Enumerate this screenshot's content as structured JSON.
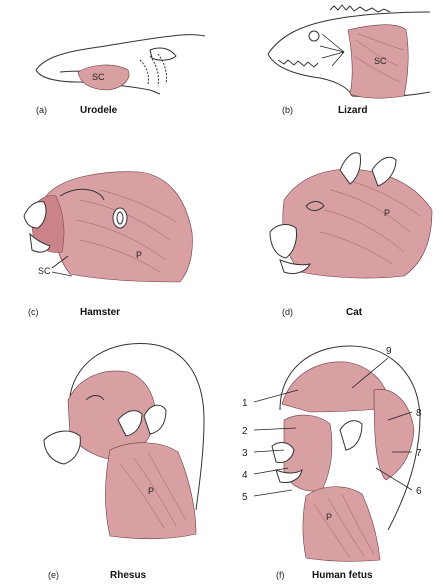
{
  "panels": [
    {
      "letter": "(a)",
      "name": "Urodele"
    },
    {
      "letter": "(b)",
      "name": "Lizard"
    },
    {
      "letter": "(c)",
      "name": "Hamster"
    },
    {
      "letter": "(d)",
      "name": "Cat"
    },
    {
      "letter": "(e)",
      "name": "Rhesus"
    },
    {
      "letter": "(f)",
      "name": "Human fetus"
    }
  ],
  "labels": {
    "urodele_sc": "SC",
    "lizard_sc": "SC",
    "hamster_sc": "SC",
    "hamster_p": "P",
    "cat_p": "P",
    "rhesus_p": "P",
    "fetus_p": "P"
  },
  "fetus_numbers": [
    "1",
    "2",
    "3",
    "4",
    "5",
    "6",
    "7",
    "8",
    "9"
  ],
  "colors": {
    "muscle": "#d9a0a4",
    "outline": "#333333"
  }
}
